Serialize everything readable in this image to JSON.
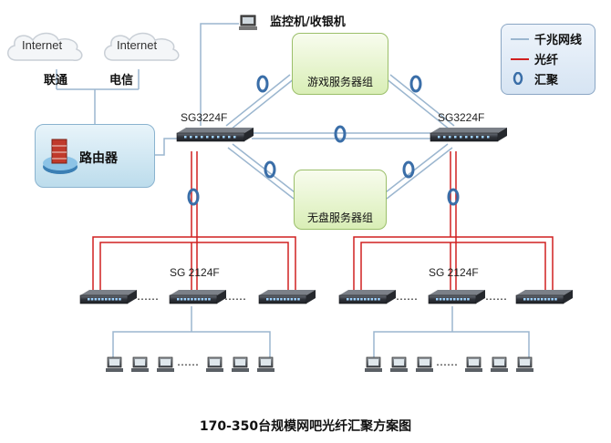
{
  "title": "170-350台规模网吧光纤汇聚方案图",
  "clouds": [
    {
      "label": "Internet",
      "isp": "联通"
    },
    {
      "label": "Internet",
      "isp": "电信"
    }
  ],
  "router": {
    "label": "路由器"
  },
  "monitor": {
    "label": "监控机/收银机"
  },
  "core_switches": [
    {
      "label": "SG3224F"
    },
    {
      "label": "SG3224F"
    }
  ],
  "server_groups": [
    {
      "label": "游戏服务器组"
    },
    {
      "label": "无盘服务器组"
    }
  ],
  "access_groups": [
    {
      "label": "SG 2124F",
      "ellipsis": "……"
    },
    {
      "label": "SG 2124F",
      "ellipsis": "……"
    }
  ],
  "pc_ellipsis": "……",
  "legend": [
    {
      "label": "千兆网线",
      "type": "copper",
      "color": "#9bb6cf"
    },
    {
      "label": "光纤",
      "type": "fiber",
      "color": "#d02020"
    },
    {
      "label": "汇聚",
      "type": "aggregation",
      "color": "#3a6ea8"
    }
  ],
  "colors": {
    "copper": "#9bb6cf",
    "fiber": "#d02020",
    "aggregation": "#3a6ea8",
    "switch_body": "#3b3f46"
  }
}
